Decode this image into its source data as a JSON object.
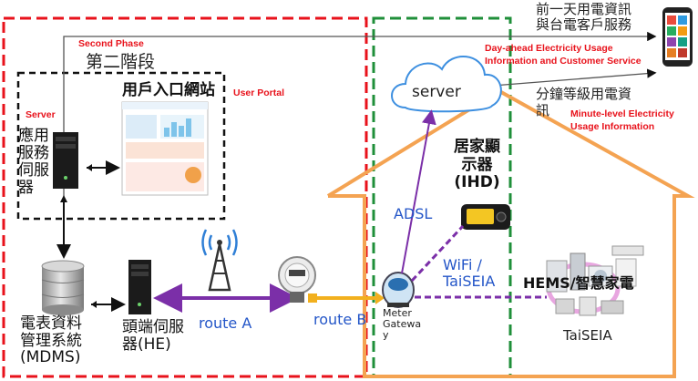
{
  "second_phase": {
    "en": "Second Phase",
    "zh": "第二階段"
  },
  "portal": {
    "zh": "用戶入口網站",
    "en": "User Portal"
  },
  "app_server": {
    "en": "Server",
    "zh": "應用\n服務\n伺服\n器"
  },
  "mdms": "電表資料\n管理系統\n(MDMS)",
  "head_end": "頭端伺服\n器(HE)",
  "route_a": "route A",
  "route_b": "route B",
  "cloud_server": "server",
  "day_ahead": {
    "zh": "前一天用電資訊\n與台電客戶服務",
    "en": "Day-ahead Electricity Usage\nInformation and Customer Service"
  },
  "minute_level": {
    "zh": "分鐘等級用電資\n訊",
    "en": "Minute-level Electricity\nUsage Information"
  },
  "ihd": "居家顯\n示器\n(IHD)",
  "adsl": "ADSL",
  "wifi": "WiFi /\nTaiSEIA",
  "meter_gateway": "Meter\nGatewa\ny",
  "hems": "HEMS/智慧家電",
  "taiseia": "TaiSEIA",
  "colors": {
    "red_border": "#e8121b",
    "green_border": "#1f8f3a",
    "house": "#f4a352",
    "route_a": "#7b2fa8",
    "route_b": "#f2b01e"
  }
}
